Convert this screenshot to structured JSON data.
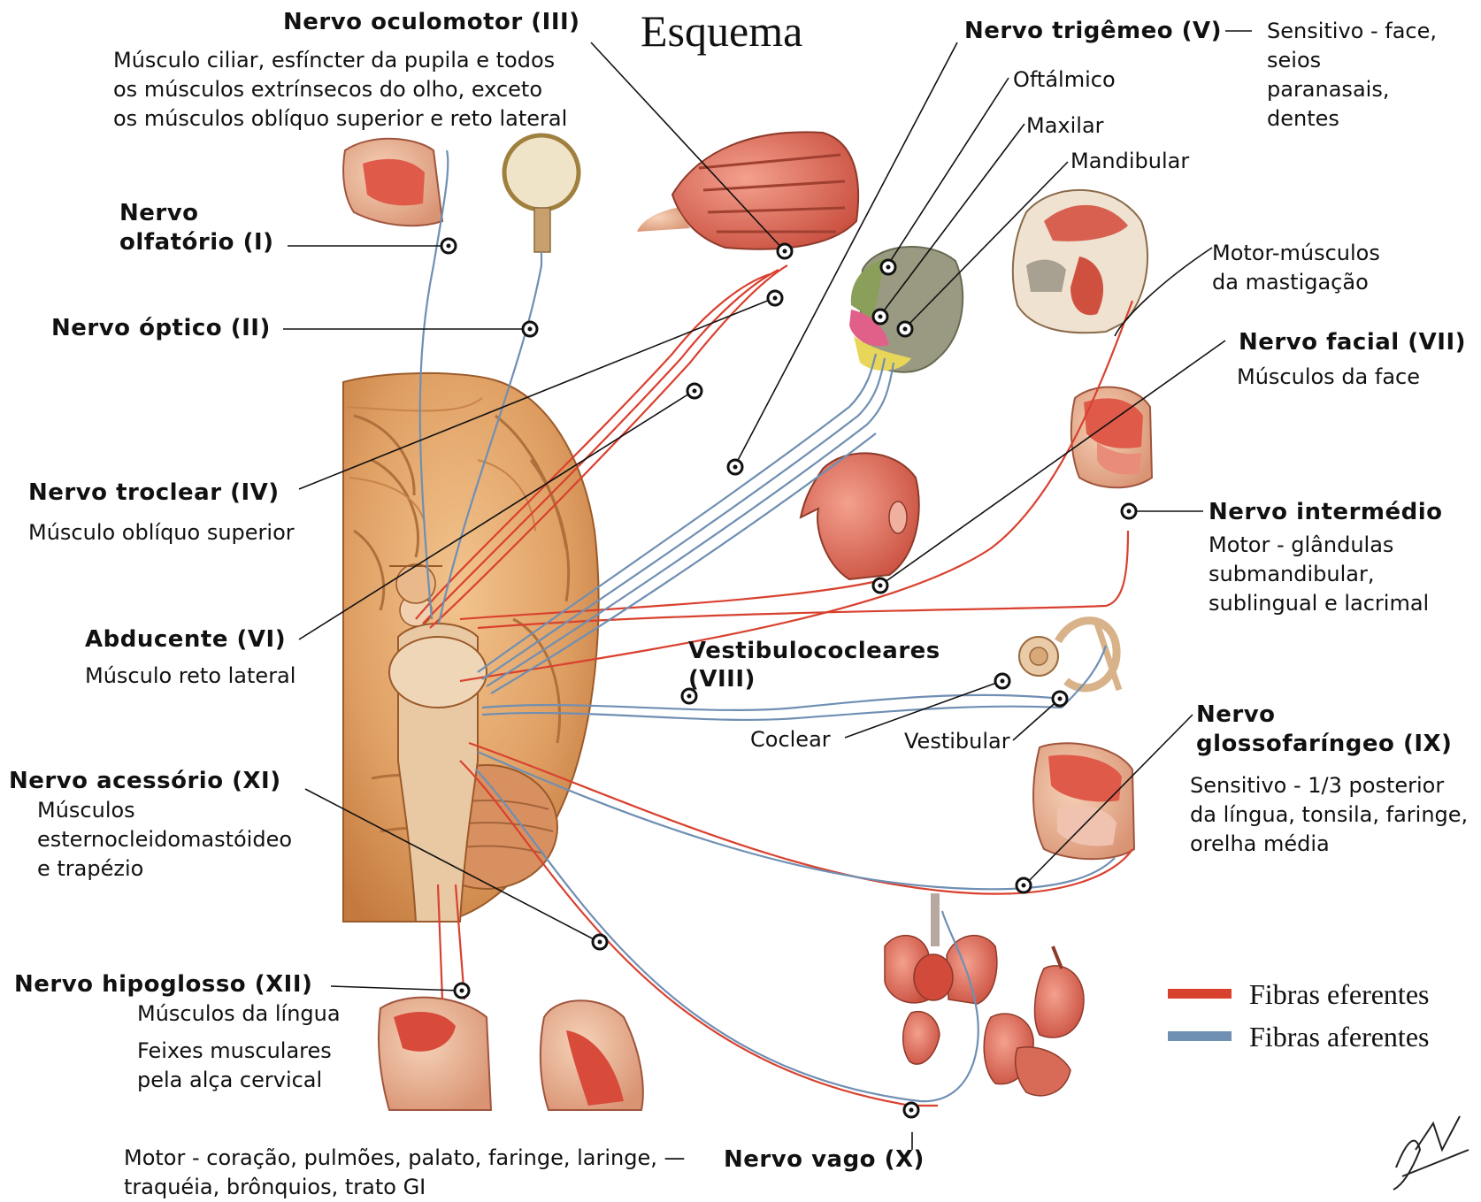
{
  "title": "Esquema",
  "colors": {
    "efferent": "#d9412f",
    "afferent": "#6f8fb3",
    "brain": "#e3a86c",
    "tissue": "#e36a5c"
  },
  "nerves": {
    "oculomotor": {
      "name": "Nervo oculomotor (III)",
      "desc": [
        "Músculo ciliar, esfíncter da pupila e todos",
        "os músculos extrínsecos do olho, exceto",
        "os músculos oblíquo superior e reto lateral"
      ]
    },
    "olfactory": {
      "name": [
        "Nervo",
        "olfatório (I)"
      ]
    },
    "optic": {
      "name": "Nervo óptico (II)"
    },
    "trochlear": {
      "name": "Nervo troclear (IV)",
      "desc": "Músculo oblíquo superior"
    },
    "abducens": {
      "name": "Abducente (VI)",
      "desc": "Músculo reto lateral"
    },
    "accessory": {
      "name": "Nervo acessório (XI)",
      "desc": [
        "Músculos",
        "esternocleidomastóideo",
        "e trapézio"
      ]
    },
    "hypoglossal": {
      "name": "Nervo hipoglosso (XII)",
      "desc": [
        "Músculos da língua",
        "Feixes musculares",
        "pela alça cervical"
      ]
    },
    "trigeminal": {
      "name": "Nervo trigêmeo (V)",
      "desc": [
        "Sensitivo - face,",
        "seios",
        "paranasais,",
        "dentes"
      ],
      "branches": [
        "Oftálmico",
        "Maxilar",
        "Mandibular"
      ],
      "motor": [
        "Motor-músculos",
        "da mastigação"
      ]
    },
    "facial": {
      "name": "Nervo facial (VII)",
      "desc": "Músculos da face"
    },
    "intermediate": {
      "name": "Nervo intermédio",
      "desc": [
        "Motor - glândulas",
        "submandibular,",
        "sublingual e lacrimal"
      ]
    },
    "vestibulocochlear": {
      "name": [
        "Vestibulococleares",
        "(VIII)"
      ],
      "branches": [
        "Coclear",
        "Vestibular"
      ]
    },
    "glossopharyngeal": {
      "name": [
        "Nervo",
        "glossofaríngeo (IX)"
      ],
      "desc": [
        "Sensitivo - 1/3 posterior",
        "da língua, tonsila, faringe,",
        "orelha média"
      ]
    },
    "vagus": {
      "name": "Nervo vago (X)",
      "desc": [
        "Motor - coração, pulmões, palato, faringe, laringe, —",
        "traquéia, brônquios, trato GI"
      ]
    }
  },
  "legend": [
    {
      "label": "Fibras eferentes",
      "color": "#d9412f"
    },
    {
      "label": "Fibras aferentes",
      "color": "#6f8fb3"
    }
  ]
}
